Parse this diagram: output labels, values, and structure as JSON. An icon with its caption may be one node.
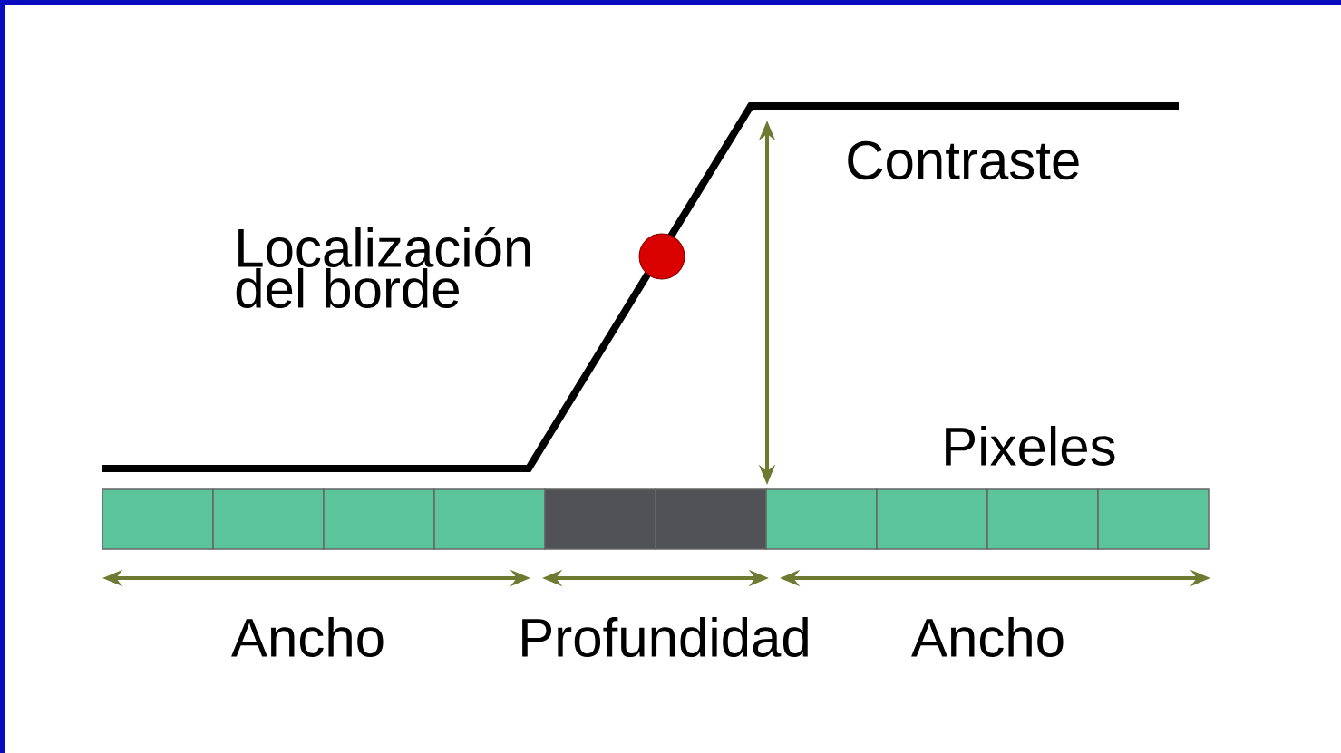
{
  "diagram": {
    "labels": [
      "Contraste",
      "Localización del borde",
      "Pixeles",
      "Ancho",
      "Profundidad",
      "Ancho"
    ]
  }
}
